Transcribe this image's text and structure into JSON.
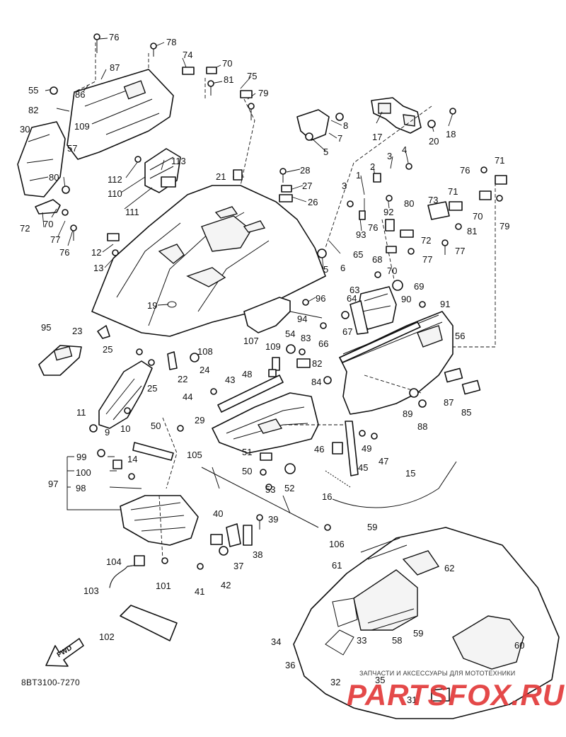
{
  "diagram": {
    "code": "8BT3100-7270",
    "watermark": {
      "subtitle": "ЗАПЧАСТИ И АКСЕССУАРЫ ДЛЯ МОТОТЕХНИКИ",
      "brand": "PARTSFOX.RU"
    },
    "fwd_label": "FWD",
    "callouts": [
      "1",
      "2",
      "3",
      "4",
      "5",
      "6",
      "7",
      "8",
      "9",
      "10",
      "11",
      "12",
      "13",
      "14",
      "15",
      "16",
      "17",
      "18",
      "19",
      "20",
      "21",
      "22",
      "23",
      "24",
      "25",
      "26",
      "27",
      "28",
      "29",
      "30",
      "31",
      "32",
      "33",
      "34",
      "35",
      "36",
      "37",
      "38",
      "39",
      "40",
      "41",
      "42",
      "43",
      "44",
      "45",
      "46",
      "47",
      "48",
      "49",
      "50",
      "51",
      "52",
      "53",
      "54",
      "55",
      "56",
      "57",
      "58",
      "59",
      "60",
      "61",
      "62",
      "63",
      "64",
      "65",
      "66",
      "67",
      "68",
      "69",
      "70",
      "71",
      "72",
      "73",
      "74",
      "75",
      "76",
      "77",
      "78",
      "79",
      "80",
      "81",
      "82",
      "83",
      "84",
      "85",
      "86",
      "87",
      "88",
      "89",
      "90",
      "91",
      "92",
      "93",
      "94",
      "95",
      "96",
      "97",
      "98",
      "99",
      "100",
      "101",
      "102",
      "103",
      "104",
      "105",
      "106",
      "107",
      "108",
      "109",
      "110",
      "111",
      "112",
      "113"
    ]
  }
}
